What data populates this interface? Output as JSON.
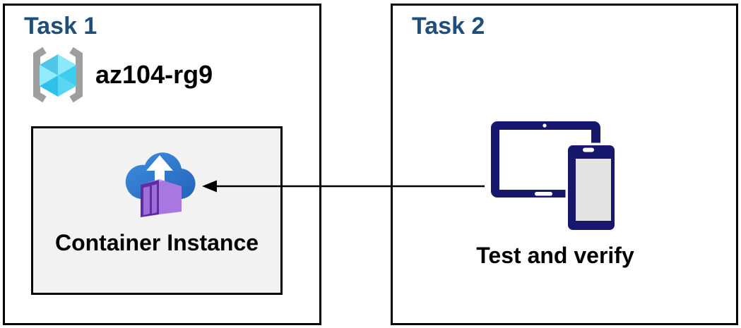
{
  "diagram": {
    "task1": {
      "title": "Task 1",
      "resource_group": {
        "icon": "resource-group-icon",
        "name": "az104-rg9"
      },
      "container_box": {
        "icon": "container-instance-icon",
        "label": "Container Instance"
      }
    },
    "task2": {
      "title": "Task 2",
      "devices": {
        "icon": "devices-tablet-phone-icon",
        "label": "Test and verify"
      }
    },
    "arrow": {
      "from": "task2-devices",
      "to": "task1-container-instance",
      "direction": "right-to-left"
    },
    "colors": {
      "task_title": "#1f4e79",
      "box_border": "#000000",
      "container_box_bg": "#f2f2f2",
      "device_navy": "#17176d",
      "device_screen_gray": "#e4e4e4",
      "cloud_blue_light": "#3f8fe0",
      "cloud_blue_dark": "#2263ba",
      "container_front_purple": "#5e2da4",
      "container_panel_purple": "#9e6fd8",
      "container_side_purple": "#a878e0",
      "bracket_gray": "#9e9e9e",
      "cube_cyan_light": "#8ae9fb",
      "cube_cyan_mid": "#4fc6e8",
      "cube_cyan_dark": "#2ec2ea"
    }
  }
}
